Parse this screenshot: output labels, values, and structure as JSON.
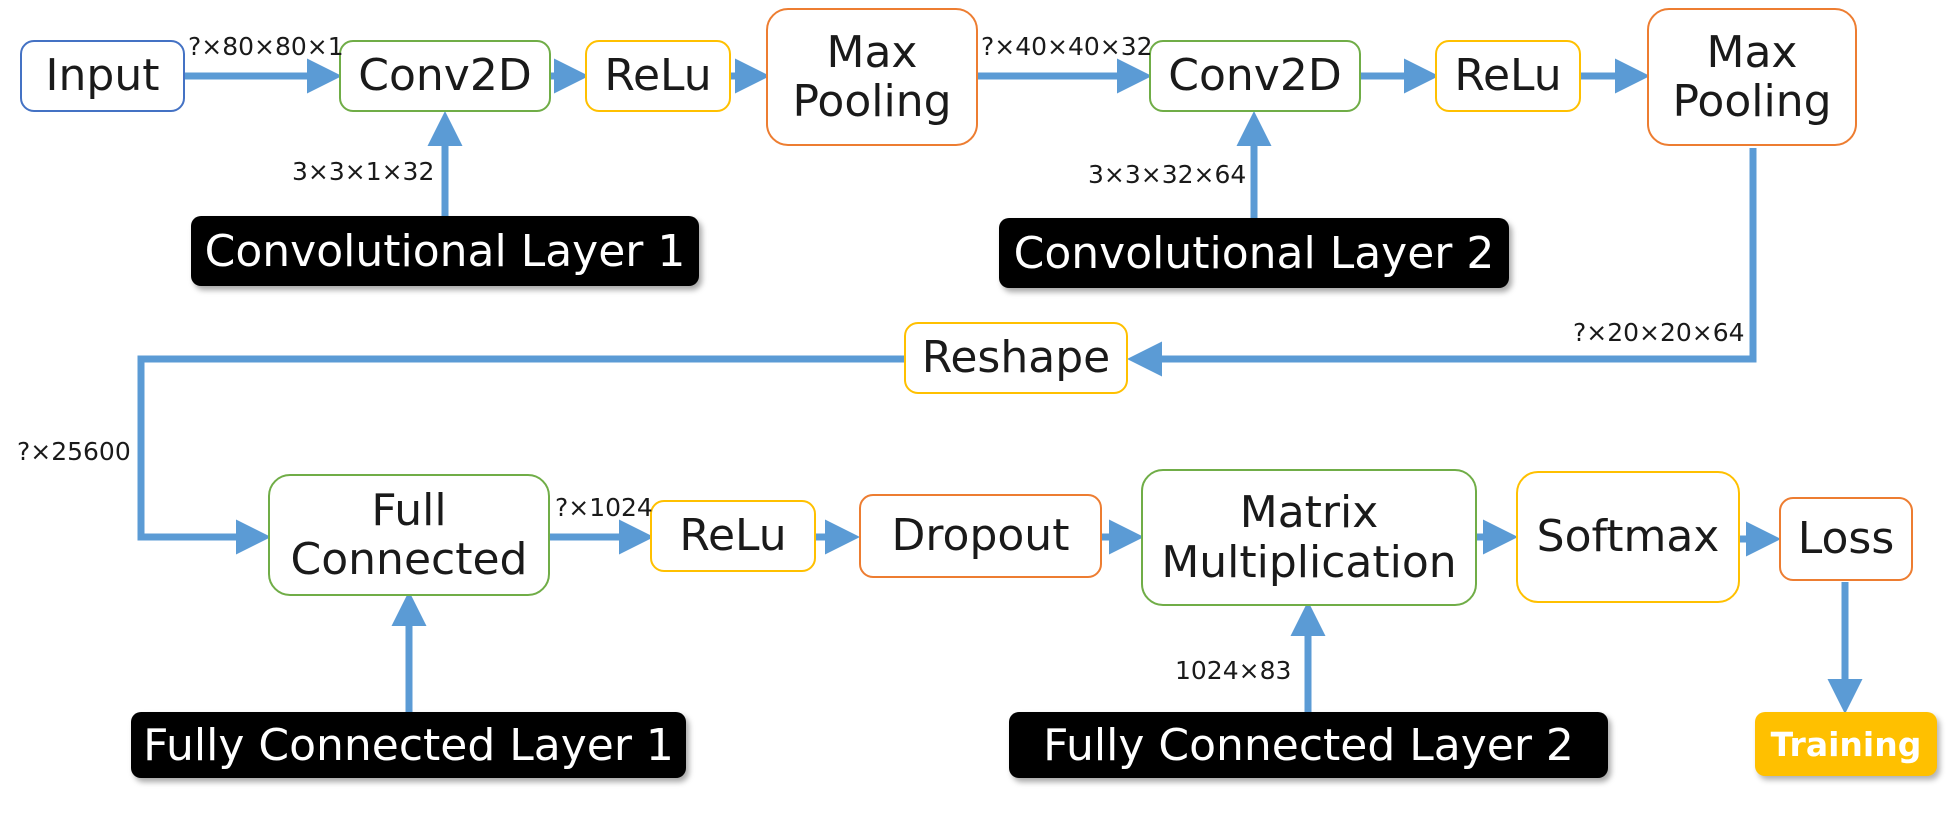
{
  "colors": {
    "arrow": "#5b9bd5",
    "blue": "#4472c4",
    "green": "#70ad47",
    "yellow": "#ffc000",
    "orange": "#ed7d31",
    "dark": "#000000"
  },
  "nodes": {
    "input": "Input",
    "conv2d_1": "Conv2D",
    "relu_1": "ReLu",
    "maxpool_1": "Max\nPooling",
    "conv2d_2": "Conv2D",
    "relu_2": "ReLu",
    "maxpool_2": "Max\nPooling",
    "reshape": "Reshape",
    "full_connected": "Full\nConnected",
    "relu_3": "ReLu",
    "dropout": "Dropout",
    "matmul": "Matrix\nMultiplication",
    "softmax": "Softmax",
    "loss": "Loss",
    "training": "Training"
  },
  "layers": {
    "conv1": "Convolutional Layer 1",
    "conv2": "Convolutional Layer 2",
    "fc1": "Fully Connected Layer 1",
    "fc2": "Fully Connected Layer 2"
  },
  "edge_labels": {
    "input_shape": "?×80×80×1",
    "conv1_weights": "3×3×1×32",
    "pool1_out": "?×40×40×32",
    "conv2_weights": "3×3×32×64",
    "pool2_out": "?×20×20×64",
    "reshape_out": "?×25600",
    "fc1_out": "?×1024",
    "fc2_weights": "1024×83"
  }
}
